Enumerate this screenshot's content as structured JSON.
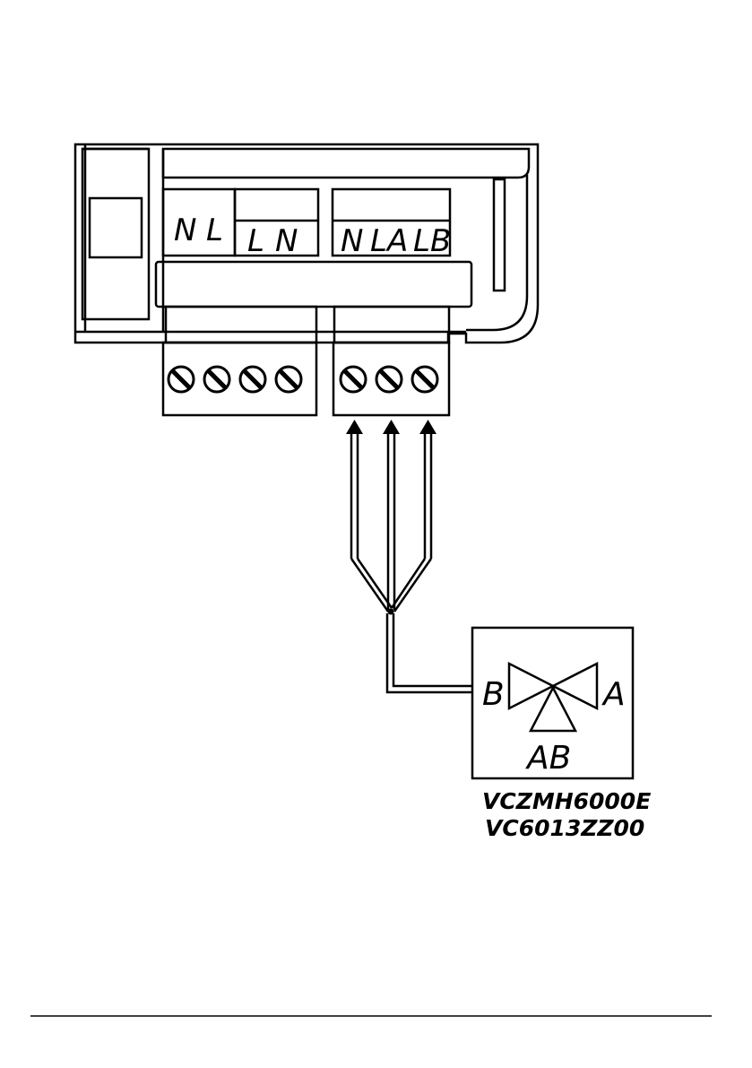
{
  "controller": {
    "supply_terminals": {
      "label_n": "N",
      "label_l": "L"
    },
    "output_terminals": {
      "label_l": "L",
      "label_n": "N"
    },
    "valve_terminals": {
      "label_n": "N",
      "label_la": "LA",
      "label_lb": "LB"
    },
    "screw_count_left": 4,
    "screw_count_right": 3
  },
  "valve": {
    "port_b": "B",
    "port_a": "A",
    "port_ab": "AB",
    "models": [
      "VCZMH6000E",
      "VC6013ZZ00"
    ]
  }
}
